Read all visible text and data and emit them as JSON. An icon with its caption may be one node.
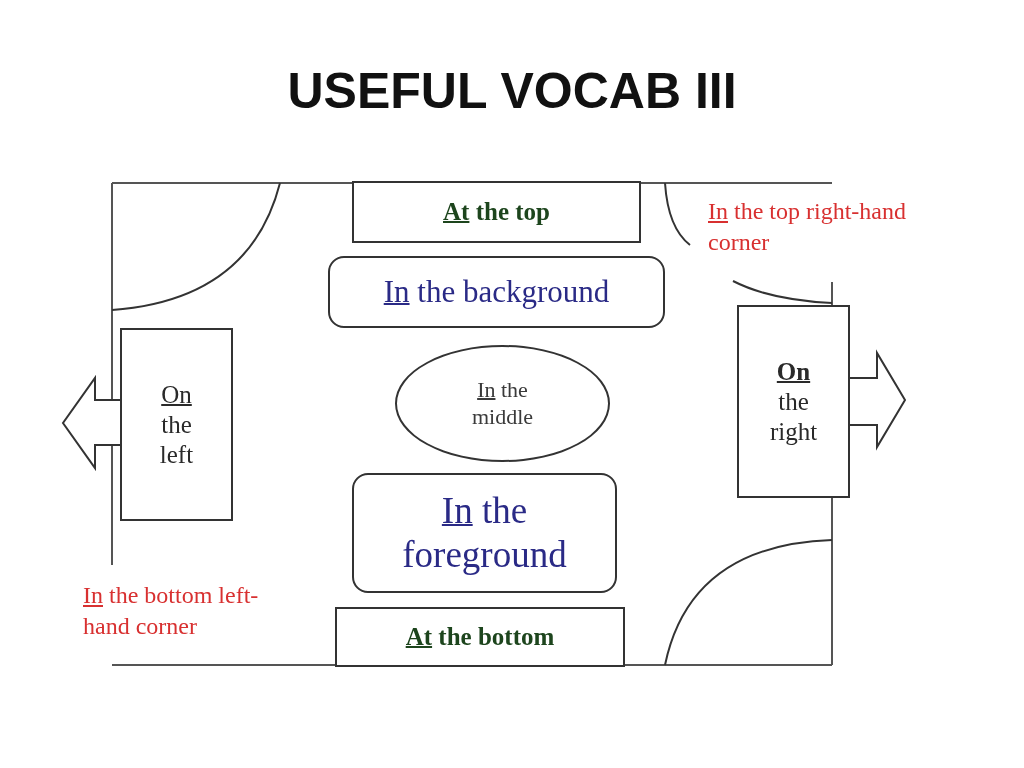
{
  "diagram": {
    "title": "USEFUL VOCAB III",
    "nodes": [
      {
        "text": [
          "At the top"
        ]
      },
      {
        "text": [
          "In the background"
        ]
      },
      {
        "text": [
          "In the middle"
        ]
      },
      {
        "text": [
          "In the foreground"
        ]
      },
      {
        "text": [
          "At the bottom"
        ]
      },
      {
        "text": [
          "On the left"
        ]
      },
      {
        "text": [
          "**On** the right"
        ]
      }
    ],
    "labels": [
      "In the top right-hand corner",
      "In the bottom left-hand corner"
    ]
  }
}
